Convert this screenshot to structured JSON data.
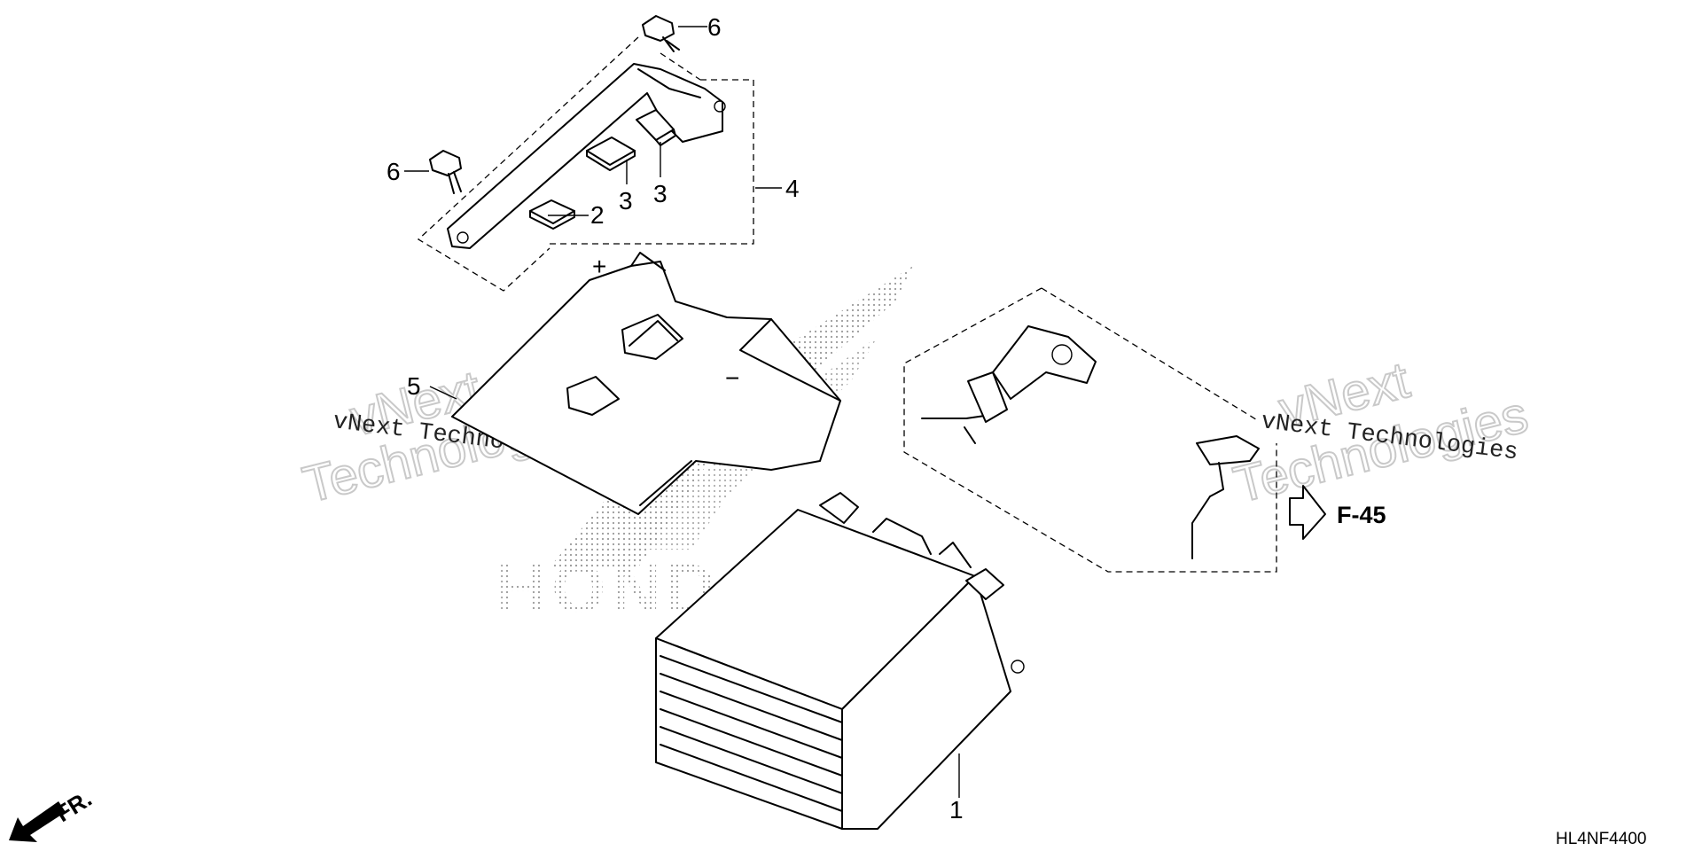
{
  "diagram": {
    "callouts": {
      "c1": "1",
      "c2": "2",
      "c3a": "3",
      "c3b": "3",
      "c4": "4",
      "c5": "5",
      "c6a": "6",
      "c6b": "6"
    },
    "terminal_plus": "+",
    "terminal_minus": "−",
    "reference": "F-45",
    "front_label": "FR.",
    "drawing_code": "HL4NF4400"
  },
  "watermarks": {
    "brand_line1": "vNext",
    "brand_line2": "Technologies",
    "brand_full": "vNext Technologies"
  },
  "colors": {
    "line": "#000000",
    "watermark": "#c9c9c9",
    "background": "#ffffff"
  }
}
